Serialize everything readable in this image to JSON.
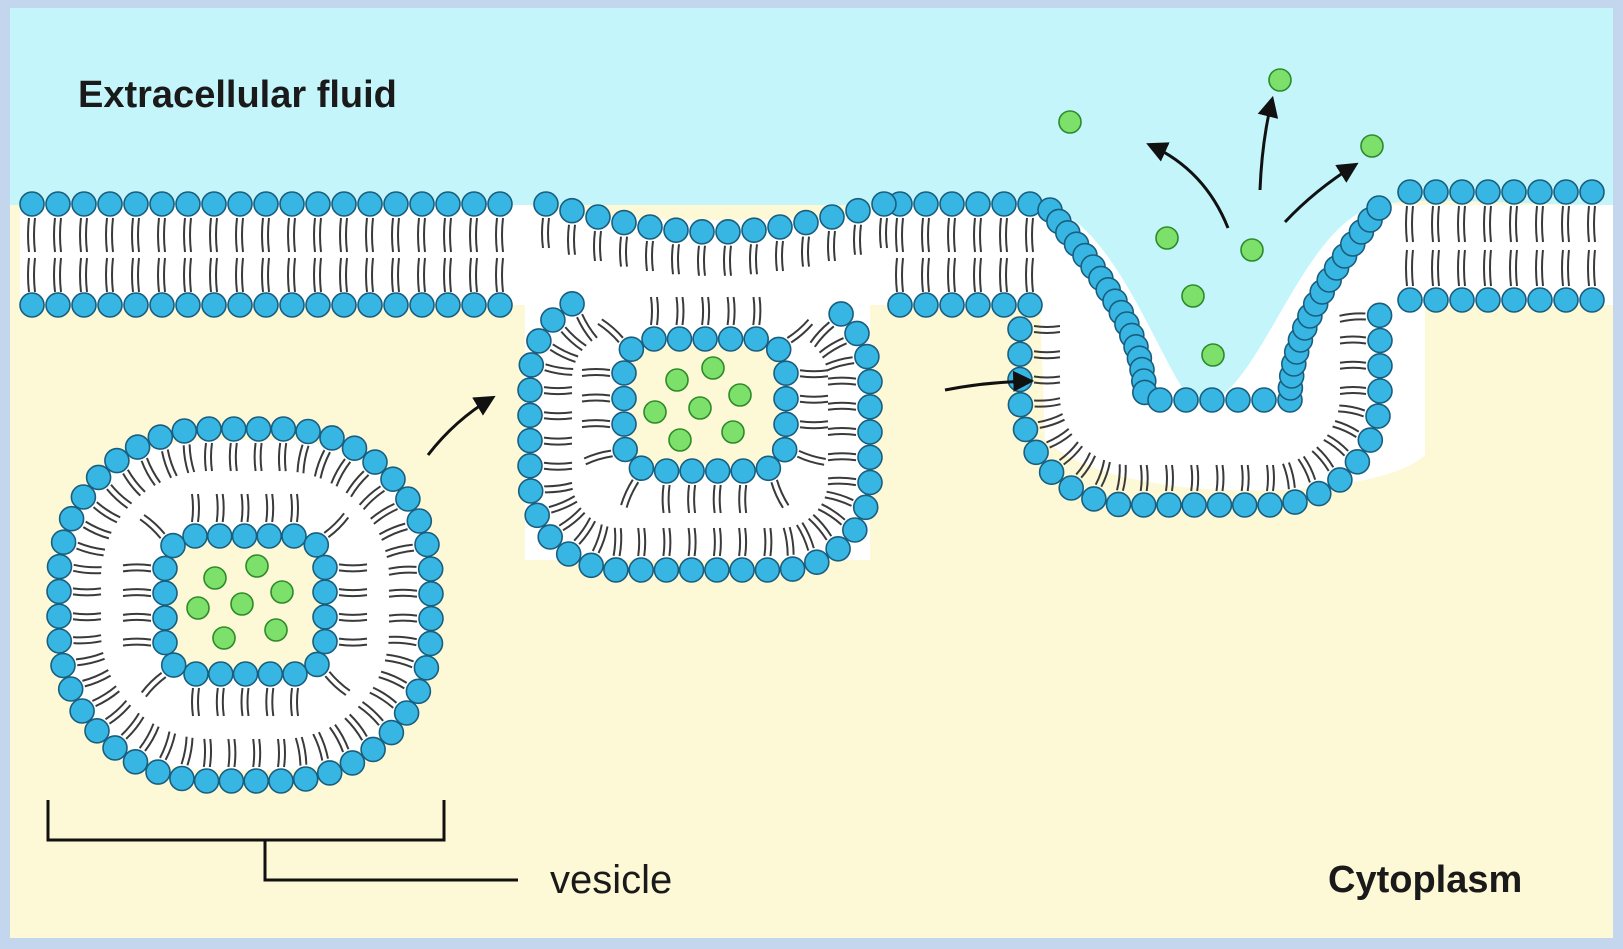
{
  "labels": {
    "extracellular": "Extracellular fluid",
    "cytoplasm": "Cytoplasm",
    "vesicle": "vesicle"
  },
  "colors": {
    "extracellular_fluid": "#c4f5fa",
    "cytoplasm": "#fdf8d6",
    "frame": "#c3d6ee",
    "phospholipid_head": "#38b6e3",
    "head_outline": "#1a5e7e",
    "lipid_tail": "#3a3a3a",
    "cargo_molecule": "#7de06a",
    "cargo_outline": "#2d8a2a"
  },
  "icons": [
    "arrow-icon",
    "phospholipid-head-icon",
    "cargo-molecule-icon"
  ]
}
